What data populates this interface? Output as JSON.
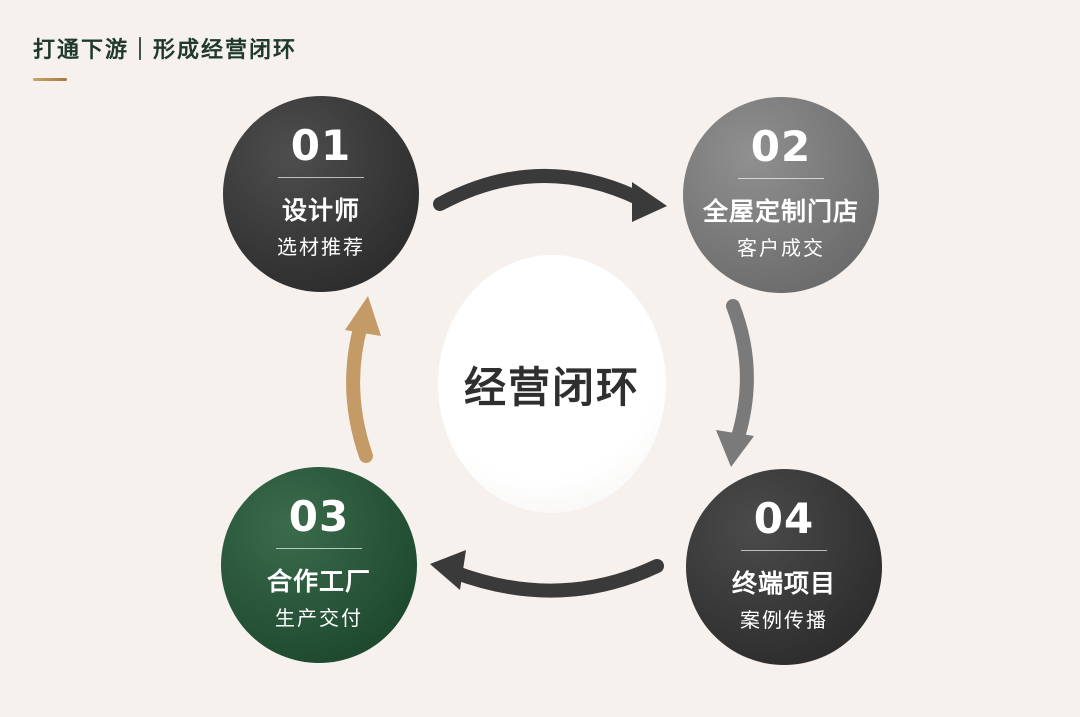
{
  "header": {
    "title": "打通下游｜形成经营闭环"
  },
  "center": {
    "label": "经营闭环"
  },
  "nodes": [
    {
      "number": "01",
      "name": "设计师",
      "subtitle": "选材推荐"
    },
    {
      "number": "02",
      "name": "全屋定制门店",
      "subtitle": "客户成交"
    },
    {
      "number": "03",
      "name": "合作工厂",
      "subtitle": "生产交付"
    },
    {
      "number": "04",
      "name": "终端项目",
      "subtitle": "案例传播"
    }
  ],
  "colors": {
    "background": "#f6f1ec",
    "title": "#1f3a2c",
    "accent": "#c9a46a",
    "node_dark": "#2e2e2e",
    "node_gray": "#6d6d6d",
    "node_green": "#1f4a2f",
    "arrow_dark": "#3a3a3a",
    "arrow_gray": "#7a7a7a",
    "arrow_gold": "#c49a66"
  }
}
